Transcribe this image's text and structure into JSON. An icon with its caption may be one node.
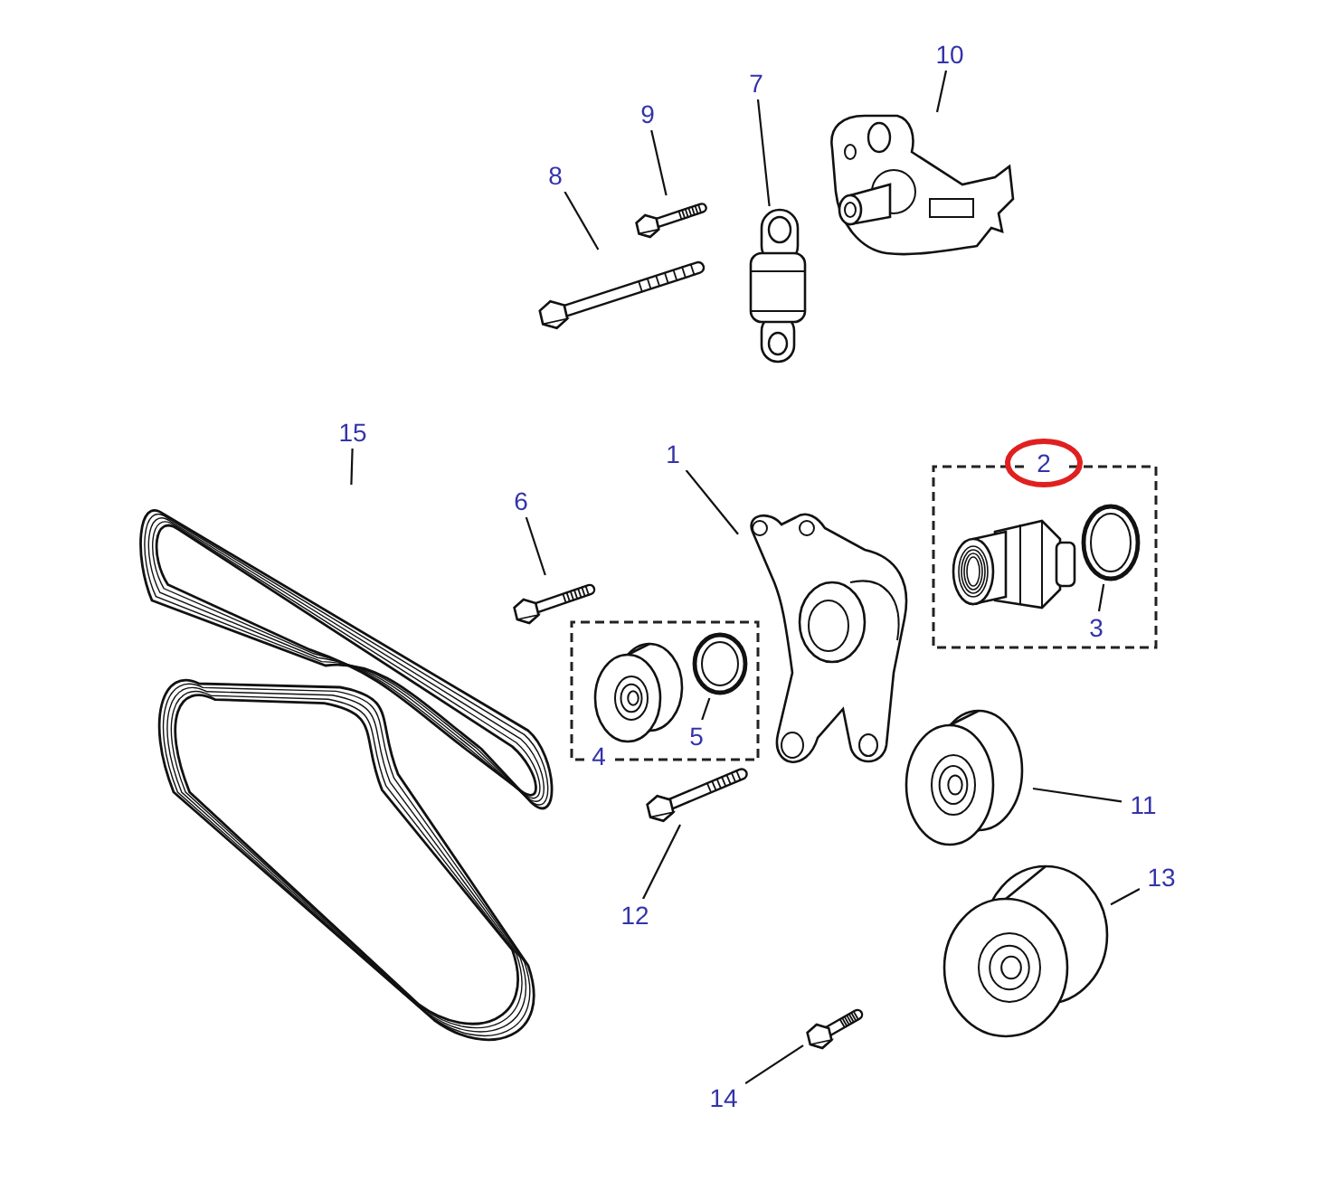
{
  "diagram": {
    "nodes": [
      {
        "text": [
          "2"
        ]
      },
      {
        "text": [],
        "shape": "picture",
        "in": 0
      },
      {
        "text": [
          "3"
        ],
        "in": 0
      },
      {
        "text": [],
        "shape": "picture",
        "in": 0
      },
      {
        "text": [
          "4"
        ]
      },
      {
        "text": [],
        "shape": "picture",
        "in": 4
      },
      {
        "text": [
          "5"
        ],
        "in": 4
      },
      {
        "text": [],
        "shape": "picture",
        "in": 4
      },
      {
        "text": [
          "1"
        ]
      },
      {
        "text": [],
        "shape": "picture"
      },
      {
        "text": [
          "6"
        ]
      },
      {
        "text": [],
        "shape": "picture"
      },
      {
        "text": [
          "7"
        ]
      },
      {
        "text": [],
        "shape": "picture"
      },
      {
        "text": [
          "8"
        ]
      },
      {
        "text": [],
        "shape": "picture"
      },
      {
        "text": [
          "9"
        ]
      },
      {
        "text": [],
        "shape": "picture"
      },
      {
        "text": [
          "10"
        ]
      },
      {
        "text": [],
        "shape": "picture"
      },
      {
        "text": [
          "11"
        ]
      },
      {
        "text": [],
        "shape": "picture"
      },
      {
        "text": [
          "12"
        ]
      },
      {
        "text": [],
        "shape": "picture"
      },
      {
        "text": [
          "13"
        ]
      },
      {
        "text": [],
        "shape": "picture"
      },
      {
        "text": [
          "14"
        ]
      },
      {
        "text": [],
        "shape": "picture"
      },
      {
        "text": [
          "15"
        ]
      },
      {
        "text": [],
        "shape": "picture"
      }
    ],
    "edges": [
      {
        "from": 2,
        "to": 3,
        "arrow": "none"
      },
      {
        "from": 6,
        "to": 7,
        "arrow": "none"
      },
      {
        "from": 8,
        "to": 9,
        "arrow": "none"
      },
      {
        "from": 10,
        "to": 11,
        "arrow": "none"
      },
      {
        "from": 12,
        "to": 13,
        "arrow": "none"
      },
      {
        "from": 14,
        "to": 15,
        "arrow": "none"
      },
      {
        "from": 16,
        "to": 17,
        "arrow": "none"
      },
      {
        "from": 18,
        "to": 19,
        "arrow": "none"
      },
      {
        "from": 20,
        "to": 21,
        "arrow": "none"
      },
      {
        "from": 22,
        "to": 23,
        "arrow": "none"
      },
      {
        "from": 24,
        "to": 25,
        "arrow": "none"
      },
      {
        "from": 26,
        "to": 27,
        "arrow": "none"
      },
      {
        "from": 28,
        "to": 29,
        "arrow": "none"
      }
    ]
  }
}
